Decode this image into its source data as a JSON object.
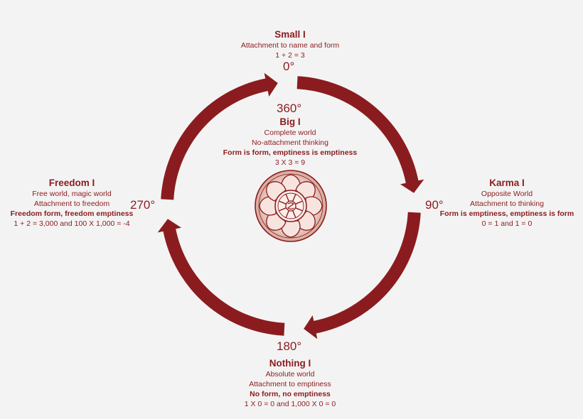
{
  "colors": {
    "accent": "#8a1c1f",
    "background": "#f4f3f3",
    "emblem_fill": "#f2dcd4"
  },
  "degrees": {
    "d0": "0°",
    "d90": "90°",
    "d180": "180°",
    "d270": "270°",
    "d360": "360°"
  },
  "small_i": {
    "title": "Small I",
    "lines": [
      "Attachment to name and form",
      "1 + 2 = 3"
    ]
  },
  "big_i": {
    "title": "Big I",
    "lines": [
      "Complete world",
      "No-attachment thinking",
      "Form is form, emptiness is emptiness",
      "3 X 3 = 9"
    ]
  },
  "karma_i": {
    "title": "Karma I",
    "lines": [
      "Opposite World",
      "Attachment to thinking",
      "Form is emptiness, emptiness is form",
      "0 = 1 and 1 = 0"
    ]
  },
  "nothing_i": {
    "title": "Nothing I",
    "lines": [
      "Absolute world",
      "Attachment to emptiness",
      "No form, no emptiness",
      "1 X 0 = 0 and 1,000 X 0 = 0"
    ]
  },
  "freedom_i": {
    "title": "Freedom I",
    "lines": [
      "Free world, magic world",
      "Attachment to freedom",
      "Freedom form, freedom emptiness",
      "1 + 2 = 3,000 and 100 X 1,000 = -4"
    ]
  },
  "emblem": {
    "icon": "dharma-wheel-lotus-icon"
  }
}
